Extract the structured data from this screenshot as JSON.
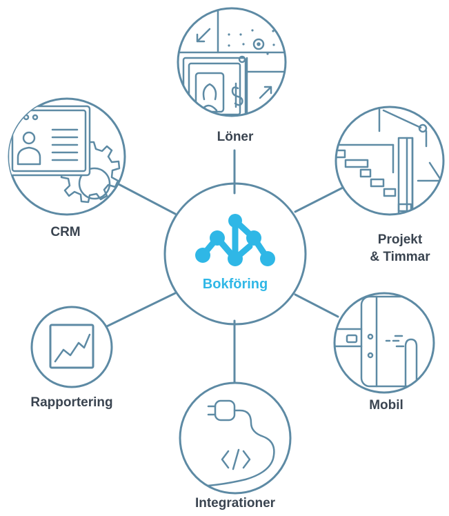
{
  "center": {
    "label": "Bokföring"
  },
  "nodes": {
    "loner": {
      "label": "Löner"
    },
    "crm": {
      "label": "CRM"
    },
    "projekt": {
      "line1": "Projekt",
      "line2": "& Timmar"
    },
    "rapportering": {
      "label": "Rapportering"
    },
    "mobil": {
      "label": "Mobil"
    },
    "integrationer": {
      "label": "Integrationer"
    }
  },
  "colors": {
    "stroke": "#5d8aa4",
    "accent": "#2fb7e6",
    "text": "#3a4450"
  }
}
